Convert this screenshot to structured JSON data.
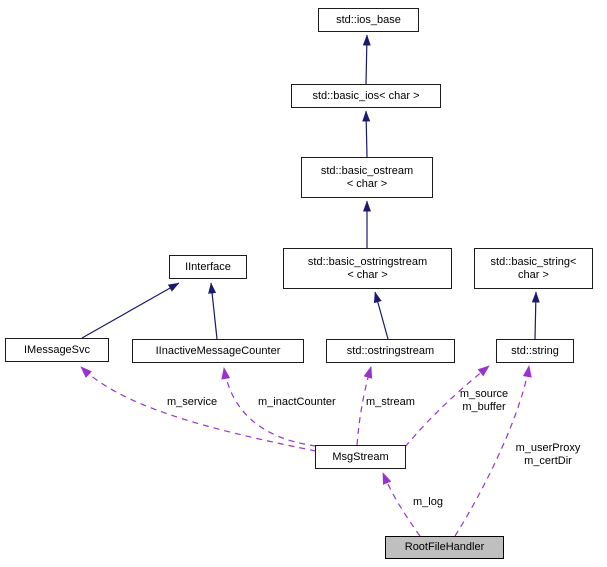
{
  "diagram": {
    "type": "doxygen-collaboration-graph",
    "colors": {
      "background": "#ffffff",
      "inheritance_edge": "#191970",
      "usage_edge": "#9a32cd",
      "node_fill": "#ffffff",
      "selected_node_fill": "#bfbfbf",
      "node_border": "#1c1c1c",
      "text": "#000000"
    },
    "nodes": {
      "ios_base": {
        "label": "std::ios_base"
      },
      "basic_ios": {
        "label": "std::basic_ios< char >"
      },
      "basic_ostream": {
        "label": "std::basic_ostream\n< char >"
      },
      "basic_ostringstream": {
        "label": "std::basic_ostringstream\n< char >"
      },
      "basic_string": {
        "label": "std::basic_string<\nchar >"
      },
      "iinterface": {
        "label": "IInterface"
      },
      "imessagesvc": {
        "label": "IMessageSvc"
      },
      "iinactivemessagecounter": {
        "label": "IInactiveMessageCounter"
      },
      "ostringstream": {
        "label": "std::ostringstream"
      },
      "string": {
        "label": "std::string"
      },
      "msgstream": {
        "label": "MsgStream"
      },
      "rootfilehandler": {
        "label": "RootFileHandler"
      }
    },
    "edge_labels": {
      "m_service": "m_service",
      "m_inactCounter": "m_inactCounter",
      "m_stream": "m_stream",
      "m_source_buffer": "m_source\nm_buffer",
      "m_userProxy_certDir": "m_userProxy\nm_certDir",
      "m_log": "m_log"
    }
  }
}
